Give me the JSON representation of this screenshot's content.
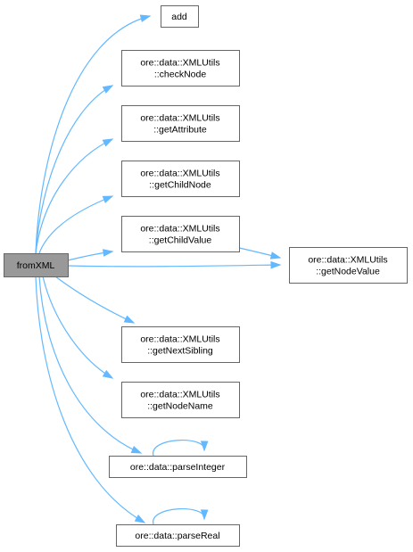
{
  "diagram": {
    "root": {
      "id": "fromXML",
      "lines": [
        "fromXML"
      ]
    },
    "nodes": [
      {
        "id": "add",
        "lines": [
          "add"
        ]
      },
      {
        "id": "checkNode",
        "lines": [
          "ore::data::XMLUtils",
          "::checkNode"
        ]
      },
      {
        "id": "getAttribute",
        "lines": [
          "ore::data::XMLUtils",
          "::getAttribute"
        ]
      },
      {
        "id": "getChildNode",
        "lines": [
          "ore::data::XMLUtils",
          "::getChildNode"
        ]
      },
      {
        "id": "getChildValue",
        "lines": [
          "ore::data::XMLUtils",
          "::getChildValue"
        ]
      },
      {
        "id": "getNodeValue",
        "lines": [
          "ore::data::XMLUtils",
          "::getNodeValue"
        ]
      },
      {
        "id": "getNextSibling",
        "lines": [
          "ore::data::XMLUtils",
          "::getNextSibling"
        ]
      },
      {
        "id": "getNodeName",
        "lines": [
          "ore::data::XMLUtils",
          "::getNodeName"
        ]
      },
      {
        "id": "parseInteger",
        "lines": [
          "ore::data::parseInteger"
        ]
      },
      {
        "id": "parseReal",
        "lines": [
          "ore::data::parseReal"
        ]
      }
    ],
    "edges": [
      {
        "from": "fromXML",
        "to": "add"
      },
      {
        "from": "fromXML",
        "to": "checkNode"
      },
      {
        "from": "fromXML",
        "to": "getAttribute"
      },
      {
        "from": "fromXML",
        "to": "getChildNode"
      },
      {
        "from": "fromXML",
        "to": "getChildValue"
      },
      {
        "from": "fromXML",
        "to": "getNodeValue"
      },
      {
        "from": "fromXML",
        "to": "getNextSibling"
      },
      {
        "from": "fromXML",
        "to": "getNodeName"
      },
      {
        "from": "fromXML",
        "to": "parseInteger"
      },
      {
        "from": "fromXML",
        "to": "parseReal"
      },
      {
        "from": "getChildValue",
        "to": "getNodeValue"
      },
      {
        "from": "parseInteger",
        "to": "parseInteger"
      },
      {
        "from": "parseReal",
        "to": "parseReal"
      }
    ],
    "colors": {
      "edge": "#63b8ff",
      "node_border": "#666666",
      "root_fill": "#999999",
      "node_fill": "#ffffff"
    }
  }
}
